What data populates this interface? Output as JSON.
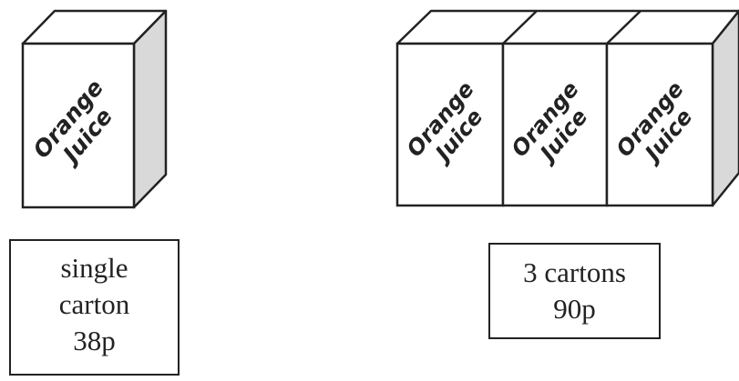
{
  "single_offer": {
    "carton_text_line1": "Orange",
    "carton_text_line2": "Juice",
    "label_line1": "single",
    "label_line2": "carton",
    "price": "38p"
  },
  "multi_offer": {
    "carton_text_line1": "Orange",
    "carton_text_line2": "Juice",
    "label_line1": "3 cartons",
    "price": "90p"
  },
  "colors": {
    "outline": "#222222",
    "front": "#ffffff",
    "top": "#ffffff",
    "side": "#d9d9d9"
  }
}
